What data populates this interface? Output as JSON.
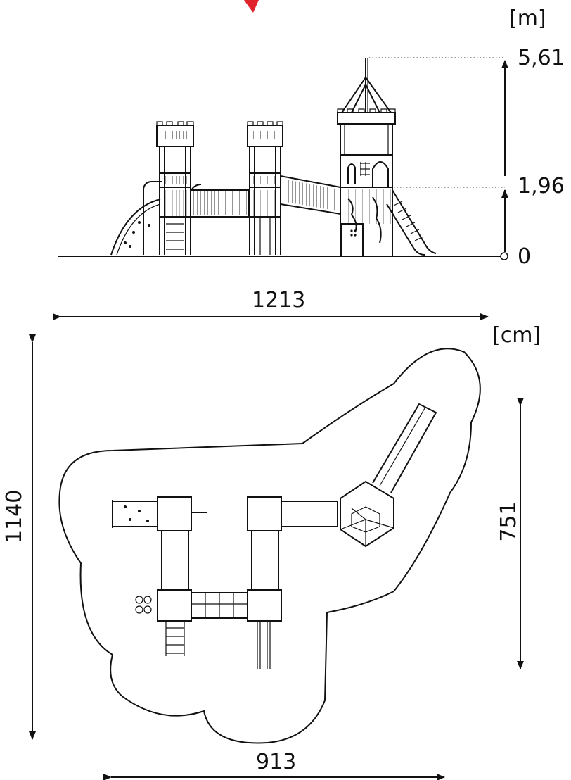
{
  "elevation": {
    "unit_label": "[m]",
    "height_labels": [
      "5,61",
      "1,96",
      "0"
    ],
    "width_label": "1213"
  },
  "plan": {
    "unit_label": "[cm]",
    "height_label": "1140",
    "depth_label": "751",
    "width_label": "913"
  },
  "colors": {
    "line": "#111111",
    "logo_red": "#e0222a"
  }
}
